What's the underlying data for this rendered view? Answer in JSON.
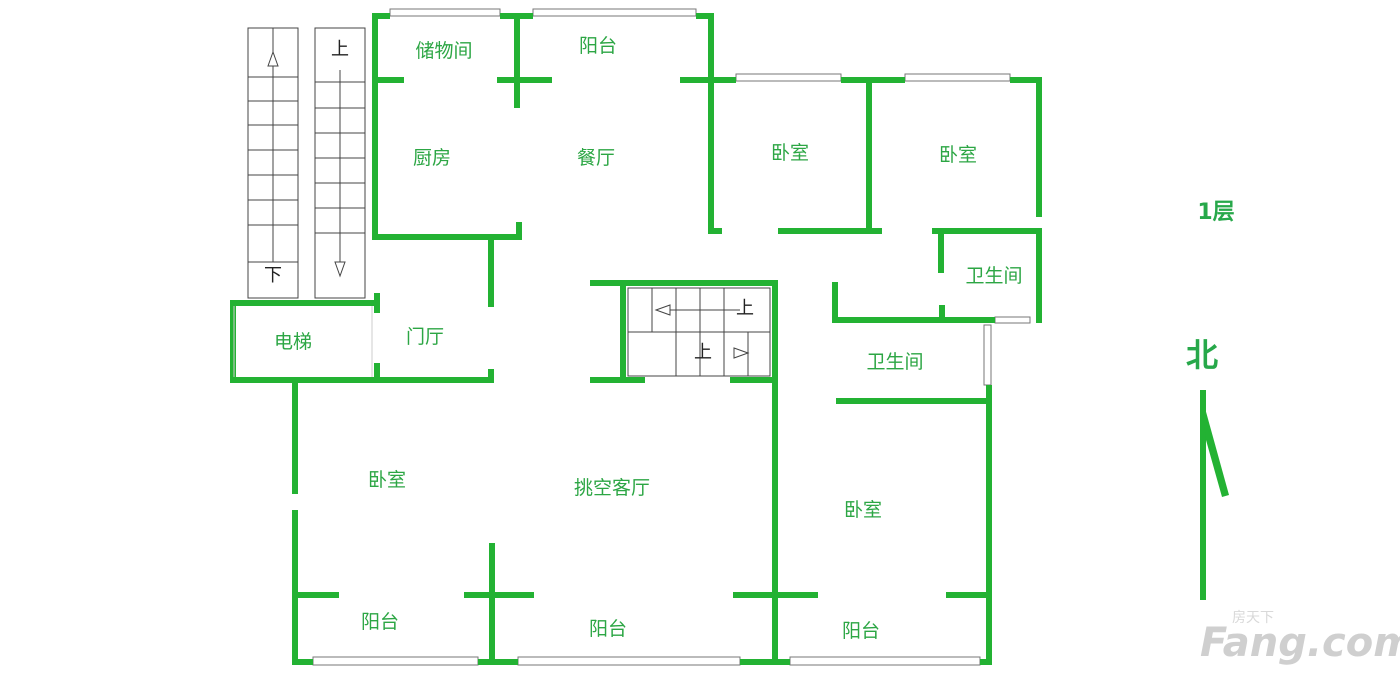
{
  "floor_label": "1层",
  "compass": {
    "label": "北"
  },
  "rooms": {
    "storage": "储物间",
    "balcony_top": "阳台",
    "kitchen": "厨房",
    "dining": "餐厅",
    "bedroom_north_1": "卧室",
    "bedroom_north_2": "卧室",
    "bathroom_1": "卫生间",
    "bathroom_2": "卫生间",
    "elevator": "电梯",
    "foyer": "门厅",
    "bedroom_sw": "卧室",
    "living": "挑空客厅",
    "bedroom_se": "卧室",
    "balcony_sw": "阳台",
    "balcony_s": "阳台",
    "balcony_se": "阳台"
  },
  "stair_marks": {
    "west_down": "下",
    "east_up": "上",
    "inner_up_1": "上",
    "inner_up_2": "上"
  },
  "watermark": {
    "brand": "Fang.com",
    "sub": "房天下"
  },
  "colors": {
    "wall": "#23b233",
    "label": "#2ca644"
  }
}
